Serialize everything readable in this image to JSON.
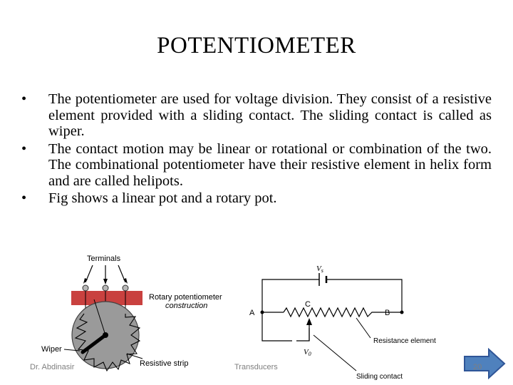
{
  "slide": {
    "title": "POTENTIOMETER",
    "bullets": [
      "The potentiometer are used for voltage division. They consist of a resistive element provided with a sliding contact. The sliding contact is called as wiper.",
      "The contact motion may be linear or rotational or combination of the two. The combinational potentiometer have their resistive element in helix form and are called helipots.",
      "Fig shows a linear pot and a rotary pot."
    ],
    "bullet_symbol": "•"
  },
  "rotary_figure": {
    "terminals_label": "Terminals",
    "construction_label_line1": "Rotary potentiometer",
    "construction_label_line2": "construction",
    "wiper_label": "Wiper",
    "strip_label": "Resistive strip",
    "housing_color": "#c9413f"
  },
  "linear_figure": {
    "vs_label": "V",
    "vs_sub": "s",
    "c_label": "C",
    "a_label": "A",
    "b_label": "B",
    "v0_label": "V",
    "v0_sub": "0",
    "element_label": "Resistance element",
    "sliding_label": "Sliding contact"
  },
  "footer": {
    "author": "Dr. Abdinasir",
    "topic": "Transducers",
    "page_number": "20"
  },
  "nav": {
    "icon": "right-arrow-icon",
    "color": "#4f81bd"
  }
}
